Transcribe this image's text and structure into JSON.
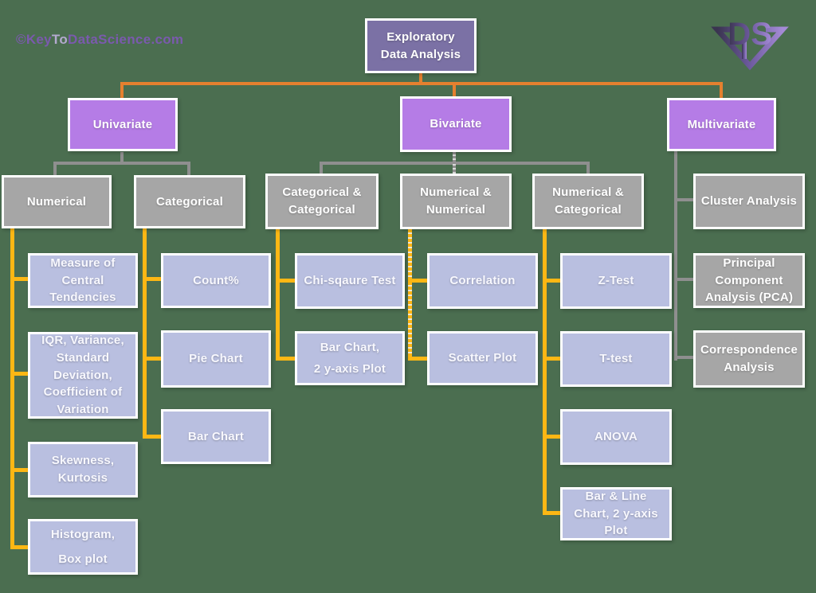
{
  "watermark": {
    "part1": "©Key",
    "part2": "To",
    "part3": "DataScience.com"
  },
  "logo": {
    "monogram": "DS"
  },
  "colors": {
    "background": "#4b6e50",
    "root_fill": "#7B71A5",
    "branch_fill": "#B57CE6",
    "group_fill": "#A6A6A6",
    "leaf_fill": "#B9BFE0",
    "orange_connector": "#E5802F",
    "gold_connector": "#FDB714",
    "gray_connector": "#8F8F8F",
    "box_border": "#FFFFFF",
    "watermark_purple": "#7A5AAD"
  },
  "nodes": {
    "eda": "Exploratory\nData Analysis",
    "univariate": "Univariate",
    "bivariate": "Bivariate",
    "multivariate": "Multivariate",
    "numerical": "Numerical",
    "categorical": "Categorical",
    "cat_cat": "Categorical &\nCategorical",
    "num_num": "Numerical &\nNumerical",
    "num_cat": "Numerical &\nCategorical",
    "central_tendencies": "Measure of\nCentral\nTendencies",
    "iqr_variance": "IQR, Variance,\nStandard\nDeviation,\nCoefficient of\nVariation",
    "skewness_kurtosis": "Skewness,\nKurtosis",
    "histogram_boxplot": "Histogram,\nBox plot",
    "count_pct": "Count%",
    "pie_chart": "Pie Chart",
    "bar_chart": "Bar Chart",
    "chi_square": "Chi-sqaure Test",
    "bar_2yaxis": "Bar Chart,\n2 y-axis Plot",
    "correlation": "Correlation",
    "scatter_plot": "Scatter Plot",
    "z_test": "Z-Test",
    "t_test": "T-test",
    "anova": "ANOVA",
    "bar_line_2yaxis": "Bar & Line\nChart, 2 y-axis\nPlot",
    "cluster_analysis": "Cluster Analysis",
    "pca": "Principal\nComponent\nAnalysis (PCA)",
    "correspondence": "Correspondence\nAnalysis"
  }
}
